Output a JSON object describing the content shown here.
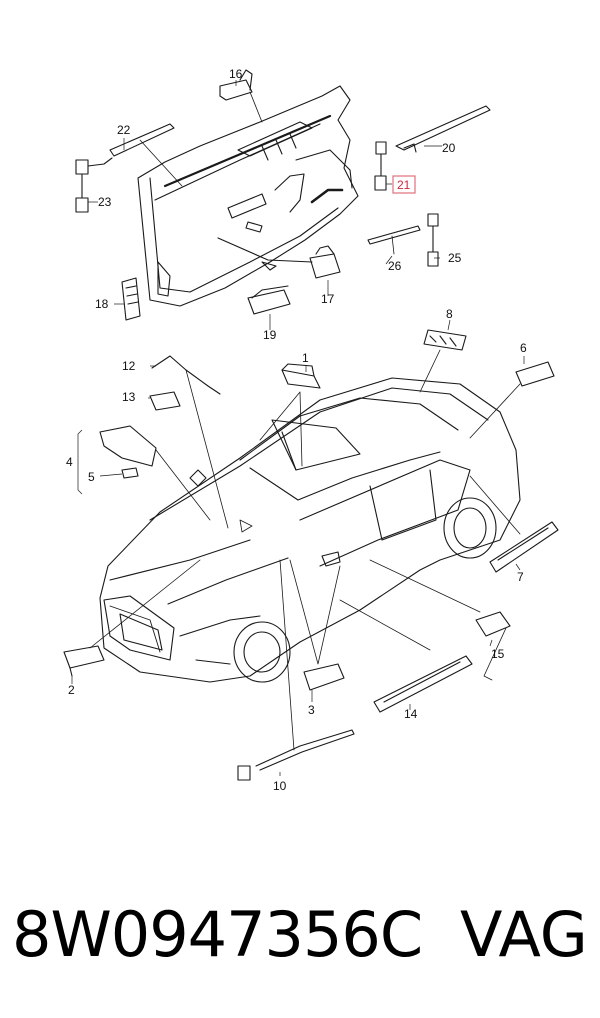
{
  "diagram": {
    "callouts": [
      {
        "id": "c1",
        "text": "1"
      },
      {
        "id": "c2",
        "text": "2"
      },
      {
        "id": "c3",
        "text": "3"
      },
      {
        "id": "c4",
        "text": "4"
      },
      {
        "id": "c5",
        "text": "5"
      },
      {
        "id": "c6",
        "text": "6"
      },
      {
        "id": "c7",
        "text": "7"
      },
      {
        "id": "c8",
        "text": "8"
      },
      {
        "id": "c10",
        "text": "10"
      },
      {
        "id": "c12",
        "text": "12"
      },
      {
        "id": "c13",
        "text": "13"
      },
      {
        "id": "c14",
        "text": "14"
      },
      {
        "id": "c15",
        "text": "15"
      },
      {
        "id": "c16",
        "text": "16"
      },
      {
        "id": "c17",
        "text": "17"
      },
      {
        "id": "c18",
        "text": "18"
      },
      {
        "id": "c19",
        "text": "19"
      },
      {
        "id": "c20",
        "text": "20"
      },
      {
        "id": "c21",
        "text": "21",
        "highlighted": true
      },
      {
        "id": "c22",
        "text": "22"
      },
      {
        "id": "c23",
        "text": "23"
      },
      {
        "id": "c25",
        "text": "25"
      },
      {
        "id": "c26",
        "text": "26"
      }
    ],
    "highlight_color": "#cc2a3a"
  },
  "footer": {
    "part_number": "8W0947356C",
    "brand": "VAG"
  }
}
